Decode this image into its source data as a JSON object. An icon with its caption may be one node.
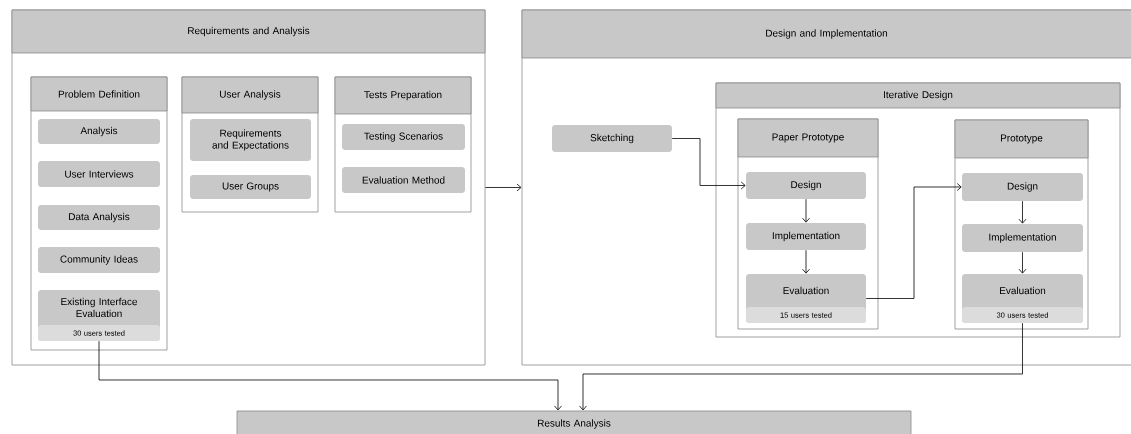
{
  "diagram": {
    "nodes": [
      {
        "text": [
          "Requirements and Analysis"
        ]
      },
      {
        "text": [
          "Problem Definition"
        ],
        "in": 0
      },
      {
        "text": [
          "Analysis"
        ],
        "in": 1
      },
      {
        "text": [
          "User Interviews"
        ],
        "in": 1
      },
      {
        "text": [
          "Data Analysis"
        ],
        "in": 1
      },
      {
        "text": [
          "Community Ideas"
        ],
        "in": 1
      },
      {
        "text": [
          "Existing Interface Evaluation",
          "30 users tested"
        ],
        "in": 1
      },
      {
        "text": [
          "User Analysis"
        ],
        "in": 0
      },
      {
        "text": [
          "Requirements and Expectations"
        ],
        "in": 7
      },
      {
        "text": [
          "User Groups"
        ],
        "in": 7
      },
      {
        "text": [
          "Tests Preparation"
        ],
        "in": 0
      },
      {
        "text": [
          "Testing Scenarios"
        ],
        "in": 10
      },
      {
        "text": [
          "Evaluation Method"
        ],
        "in": 10
      },
      {
        "text": [
          "Design and Implementation"
        ]
      },
      {
        "text": [
          "Sketching"
        ],
        "in": 13
      },
      {
        "text": [
          "Iterative Design"
        ],
        "in": 13
      },
      {
        "text": [
          "Paper Prototype"
        ],
        "in": 15
      },
      {
        "text": [
          "Design"
        ],
        "in": 16
      },
      {
        "text": [
          "Implementation"
        ],
        "in": 16
      },
      {
        "text": [
          "Evaluation",
          "15 users tested"
        ],
        "in": 16
      },
      {
        "text": [
          "Prototype"
        ],
        "in": 15
      },
      {
        "text": [
          "Design"
        ],
        "in": 20
      },
      {
        "text": [
          "Implementation"
        ],
        "in": 20
      },
      {
        "text": [
          "Evaluation",
          "30 users tested"
        ],
        "in": 20
      },
      {
        "text": [
          "Results Analysis"
        ]
      }
    ],
    "edges": [
      {
        "from": 0,
        "to": 13,
        "arrow": "to"
      },
      {
        "from": 14,
        "to": 17,
        "arrow": "to"
      },
      {
        "from": 17,
        "to": 18,
        "arrow": "to"
      },
      {
        "from": 18,
        "to": 19,
        "arrow": "to"
      },
      {
        "from": 19,
        "to": 21,
        "arrow": "to"
      },
      {
        "from": 21,
        "to": 22,
        "arrow": "to"
      },
      {
        "from": 22,
        "to": 23,
        "arrow": "to"
      },
      {
        "from": 6,
        "to": 24,
        "arrow": "to"
      },
      {
        "from": 23,
        "to": 24,
        "arrow": "to"
      }
    ]
  }
}
